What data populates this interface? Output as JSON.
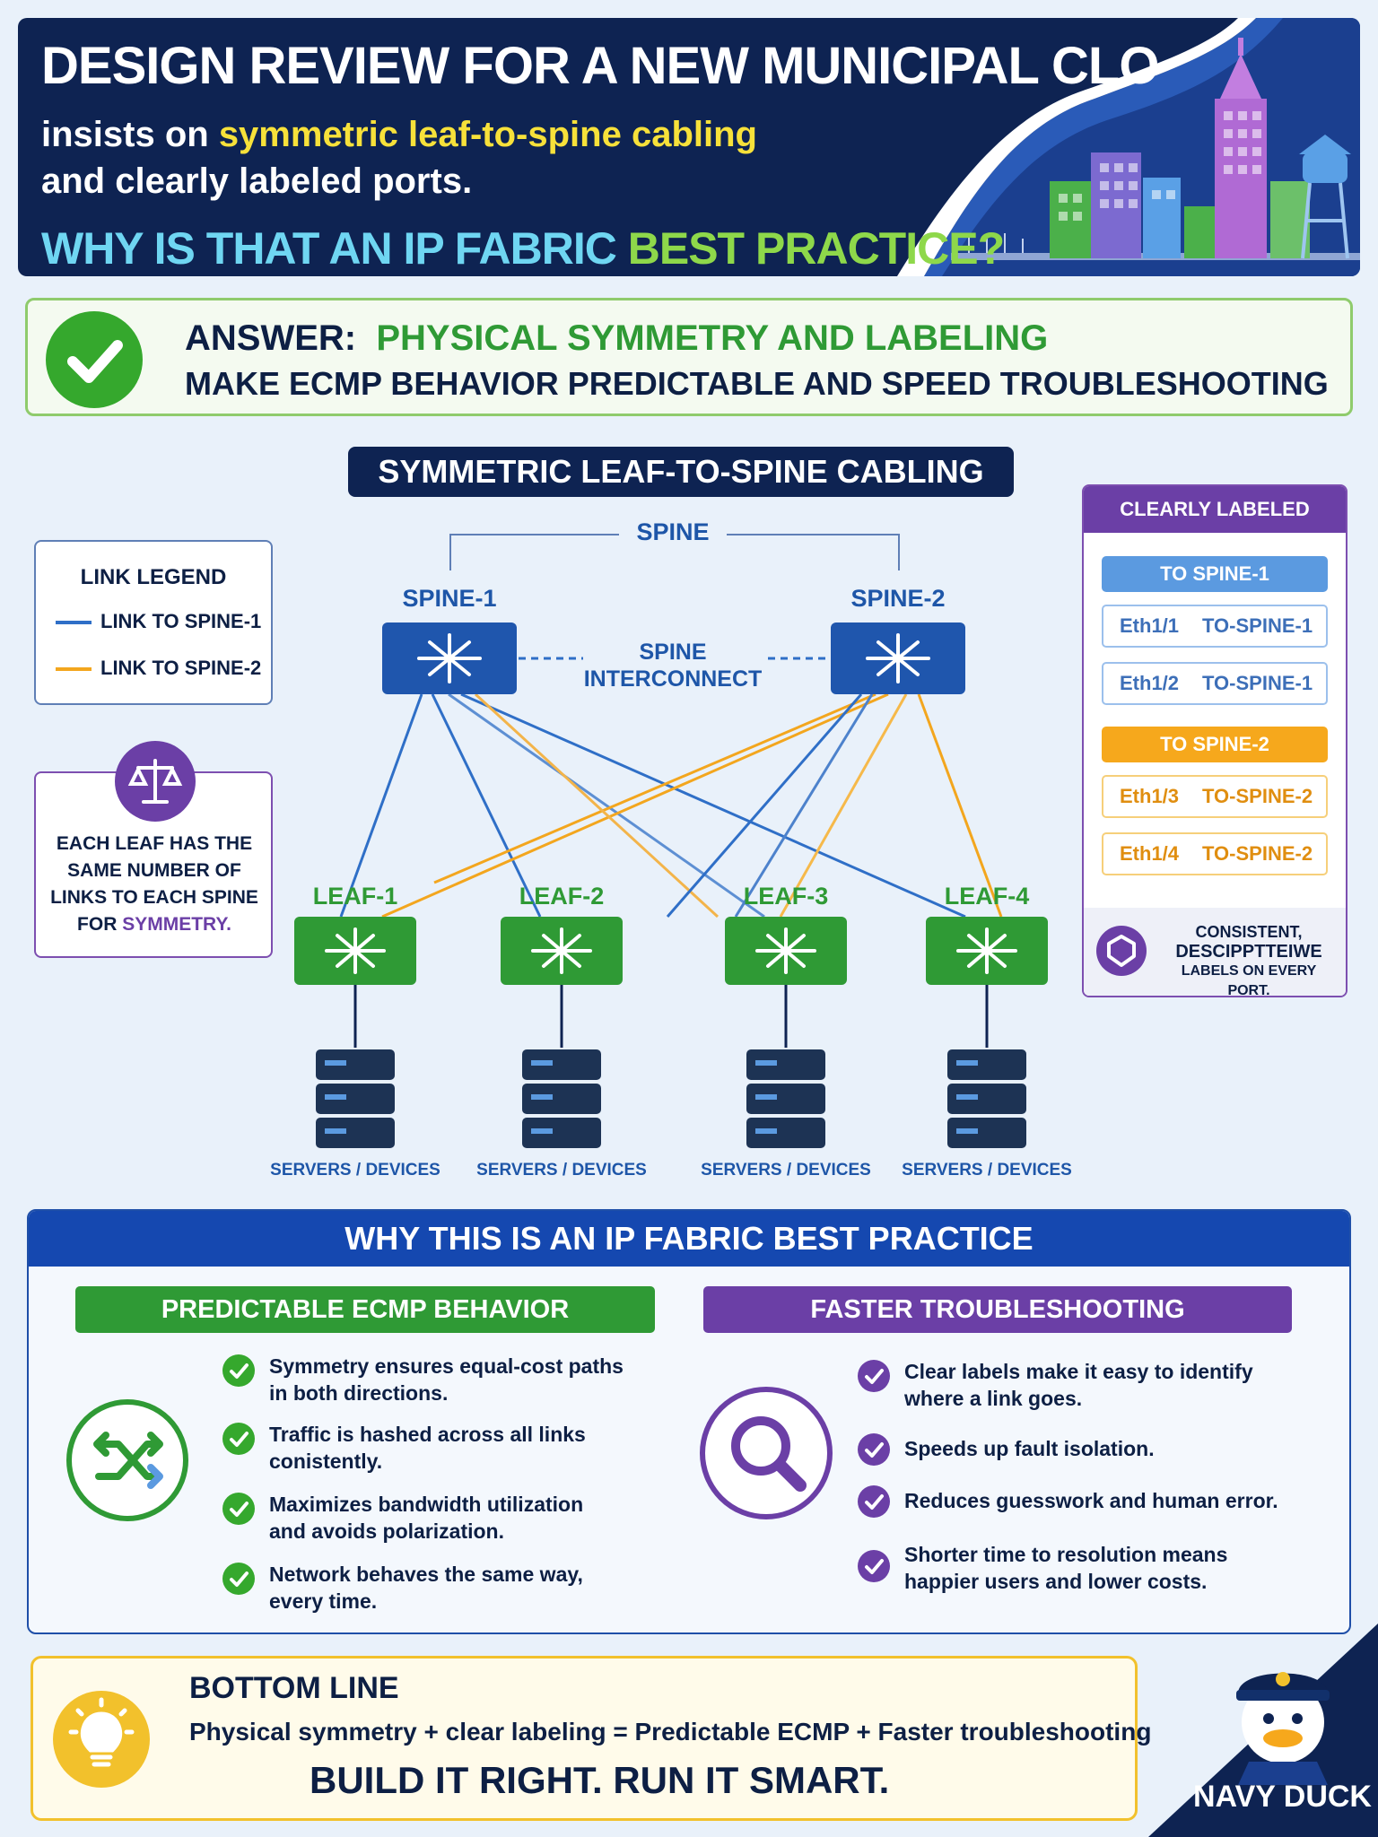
{
  "header": {
    "title": "DESIGN REVIEW FOR A NEW MUNICIPAL CLO",
    "line2_pre": "insists on ",
    "line2_highlight": "symmetric leaf-to-spine cabling",
    "line3": "and clearly labeled ports.",
    "question_1": "WHY IS THAT AN ",
    "question_2": "IP FABRIC",
    "question_3": " BEST ",
    "question_4": "PRACTICE?"
  },
  "answer": {
    "label": "ANSWER:",
    "headline": "PHYSICAL SYMMETRY AND LABELING",
    "subline": "MAKE ECMP BEHAVIOR PREDICTABLE AND SPEED TROUBLESHOOTING"
  },
  "diagram": {
    "title": "SYMMETRIC LEAF-TO-SPINE CABLING",
    "spine_group_label": "SPINE",
    "interconnect_1": "SPINE",
    "interconnect_2": "INTERCONNECT",
    "spines": [
      "SPINE-1",
      "SPINE-2"
    ],
    "leaves": [
      "LEAF-1",
      "LEAF-2",
      "LEAF-3",
      "LEAF-4"
    ],
    "server_label": "SERVERS / DEVICES"
  },
  "legend": {
    "title": "LINK LEGEND",
    "items": [
      {
        "label": "LINK TO SPINE-1",
        "color": "#2f6fc7"
      },
      {
        "label": "LINK TO SPINE-2",
        "color": "#f3a61e"
      }
    ]
  },
  "symmetry_note": {
    "text": "EACH LEAF HAS THE SAME NUMBER OF LINKS TO EACH SPINE FOR ",
    "highlight": "SYMMETRY."
  },
  "ports": {
    "title": "CLEARLY LABELED PORTS",
    "groups": [
      {
        "header": "TO SPINE-1",
        "color": "#5b9ae0",
        "rows": [
          {
            "port": "Eth1/1",
            "desc": "TO-SPINE-1"
          },
          {
            "port": "Eth1/2",
            "desc": "TO-SPINE-1"
          }
        ]
      },
      {
        "header": "TO SPINE-2",
        "color": "#f6a81c",
        "rows": [
          {
            "port": "Eth1/3",
            "desc": "TO-SPINE-2"
          },
          {
            "port": "Eth1/4",
            "desc": "TO-SPINE-2"
          }
        ]
      }
    ],
    "note_1": "CONSISTENT,",
    "note_2": "DESCIPPTTEIWE",
    "note_3": "LABELS ON EVERY PORT."
  },
  "why": {
    "title": "WHY THIS IS AN IP FABRIC BEST PRACTICE",
    "ecmp": {
      "title": "PREDICTABLE ECMP BEHAVIOR",
      "bullets": [
        [
          "Symmetry ensures equal-cost paths",
          "in both directions."
        ],
        [
          "Traffic is hashed across all links",
          "conistently."
        ],
        [
          "Maximizes bandwidth utilization",
          "and avoids polarization."
        ],
        [
          "Network behaves the same way,",
          "every time."
        ]
      ]
    },
    "troubleshooting": {
      "title": "FASTER TROUBLESHOOTING",
      "bullets": [
        [
          "Clear labels make it easy to identify",
          "where a link goes."
        ],
        [
          "Speeds up fault isolation.",
          ""
        ],
        [
          "Reduces guesswork and human error.",
          ""
        ],
        [
          "Shorter time to resolution means",
          "happier users and lower costs."
        ]
      ]
    }
  },
  "bottom": {
    "title": "BOTTOM LINE",
    "equation": "Physical symmetry + clear labeling = Predictable ECMP + Faster troubleshooting",
    "cta": "BUILD IT RIGHT. RUN IT SMART."
  },
  "brand": "NAVY DUCK",
  "colors": {
    "navy": "#0e2352",
    "spine_blue": "#1f56ad",
    "leaf_green": "#2f9a35",
    "link_blue": "#2f6fc7",
    "link_orange": "#f3a61e",
    "purple": "#6b3fa6",
    "yellow_highlight": "#f7e13a",
    "cyan_highlight": "#6fd6f2",
    "green_highlight": "#8ed84a"
  }
}
